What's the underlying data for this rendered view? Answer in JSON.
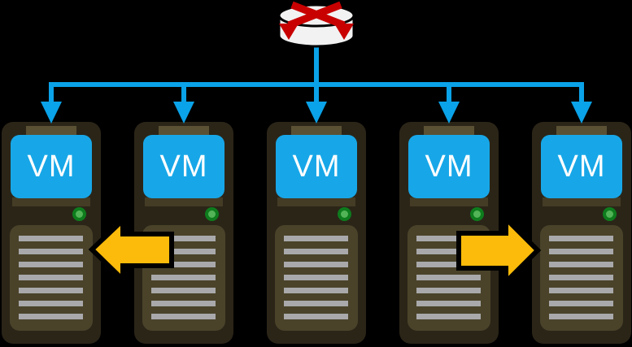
{
  "diagram": {
    "description": "Load balancer distributing to five virtualization host servers with VM live-migration arrows",
    "background_color": "#000000",
    "load_balancer": {
      "icon": "load-balancer-cylinder-icon",
      "body_color": "#f2f2f2",
      "cross_arrow_color": "#c80000"
    },
    "connector": {
      "color": "#0aa2e8",
      "branch_count": 5
    },
    "servers": [
      {
        "vm_label": "VM"
      },
      {
        "vm_label": "VM"
      },
      {
        "vm_label": "VM"
      },
      {
        "vm_label": "VM"
      },
      {
        "vm_label": "VM"
      }
    ],
    "server_style": {
      "body_color": "#2b2518",
      "panel_color": "#4a432a",
      "stripe_color": "#a9a9ab",
      "led_outer_color": "#0e7c1d",
      "led_inner_color": "#52b457",
      "vm_badge_color": "#17a7e8",
      "vm_text_color": "#ffffff"
    },
    "migration_arrows": {
      "color": "#fcbb0a",
      "outline_color": "#000000",
      "left_arrow_direction": "left",
      "right_arrow_direction": "right"
    }
  }
}
